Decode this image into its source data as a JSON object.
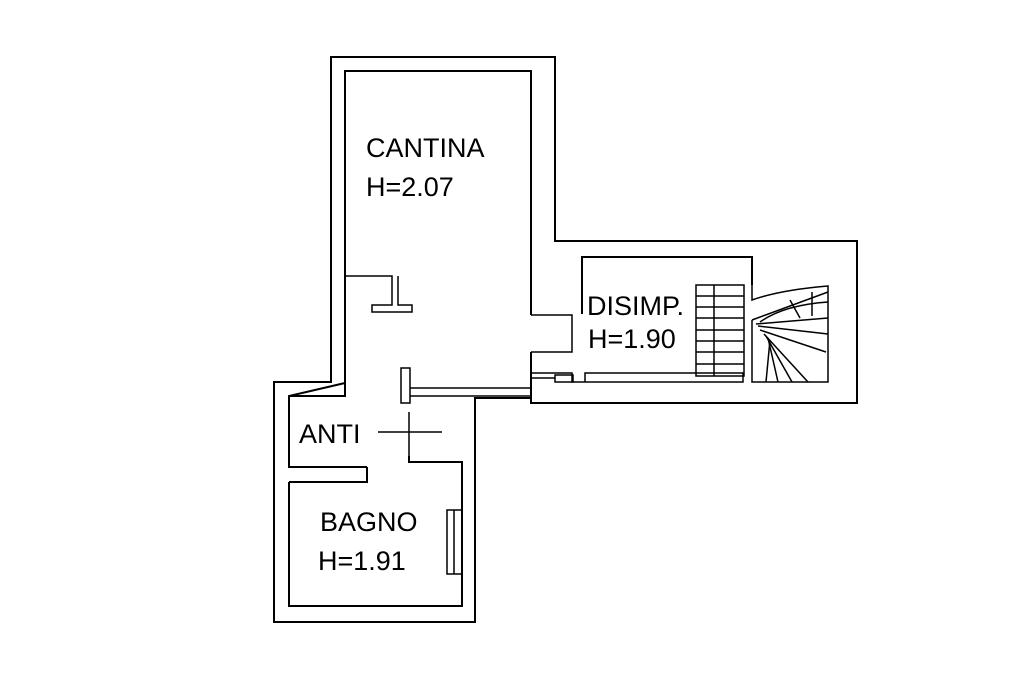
{
  "colors": {
    "line": "#000000",
    "background": "#ffffff"
  },
  "rooms": {
    "cantina": {
      "name": "CANTINA",
      "height": "H=2.07"
    },
    "disimp": {
      "name": "DISIMP.",
      "height": "H=1.90"
    },
    "anti": {
      "name": "ANTI"
    },
    "bagno": {
      "name": "BAGNO",
      "height": "H=1.91"
    }
  },
  "stairs": {
    "type": "spiral",
    "treads_straight": 8,
    "treads_winding": 8
  }
}
